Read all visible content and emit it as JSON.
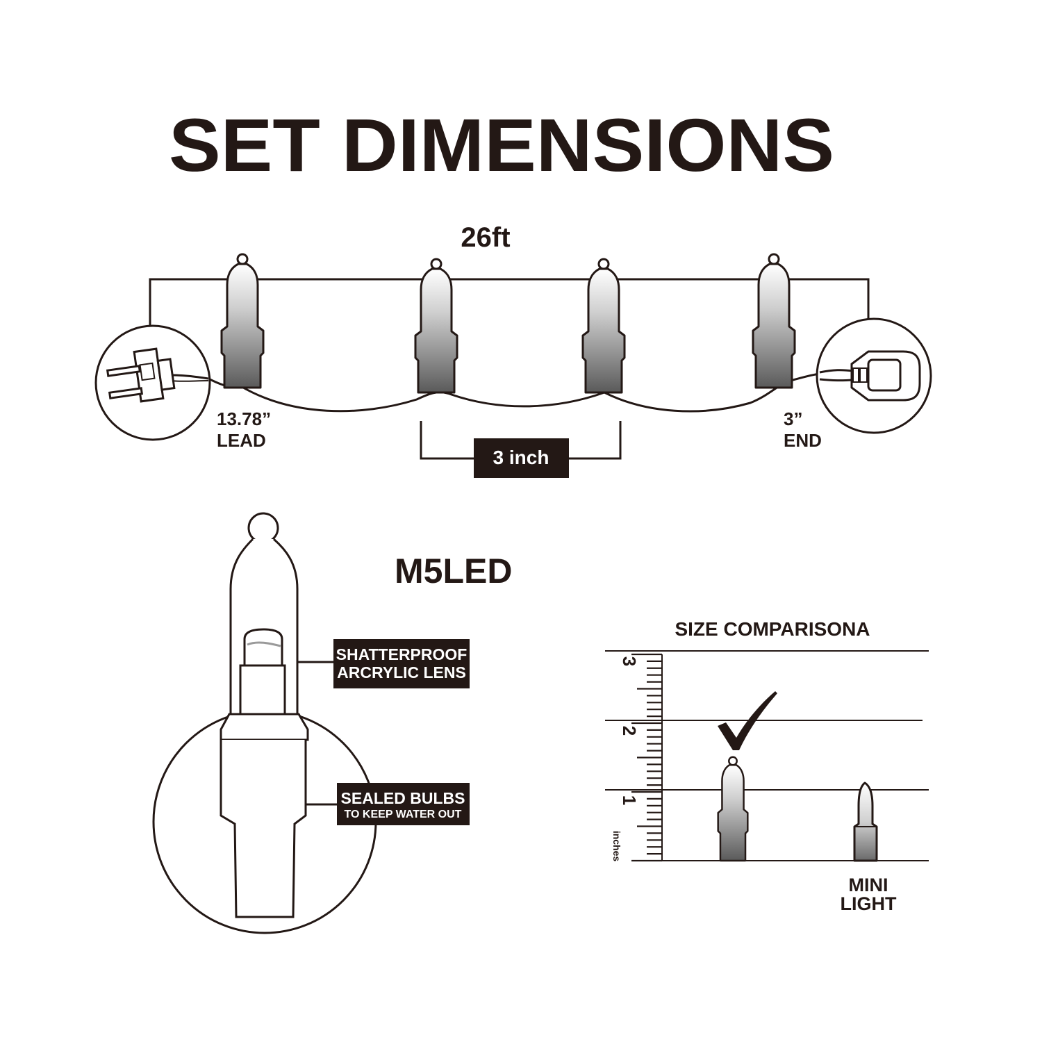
{
  "title": "SET DIMENSIONS",
  "string": {
    "length": "26ft",
    "lead_value": "13.78”",
    "lead_label": "LEAD",
    "end_value": "3”",
    "end_label": "END",
    "spacing": "3 inch"
  },
  "bulb": {
    "model": "M5LED",
    "callout_lens_line1": "SHATTERPROOF",
    "callout_lens_line2": "ARCRYLIC LENS",
    "callout_sealed_line1": "SEALED BULBS",
    "callout_sealed_line2": "TO KEEP WATER OUT"
  },
  "comparison": {
    "title": "SIZE COMPARISONA",
    "ruler_ticks": [
      "3",
      "2",
      "1"
    ],
    "ruler_unit": "inches",
    "mini_line1": "MINI",
    "mini_line2": "LIGHT"
  },
  "colors": {
    "ink": "#231815",
    "background": "#ffffff"
  },
  "icons": [
    "plug-icon",
    "connector-icon",
    "check-icon"
  ]
}
